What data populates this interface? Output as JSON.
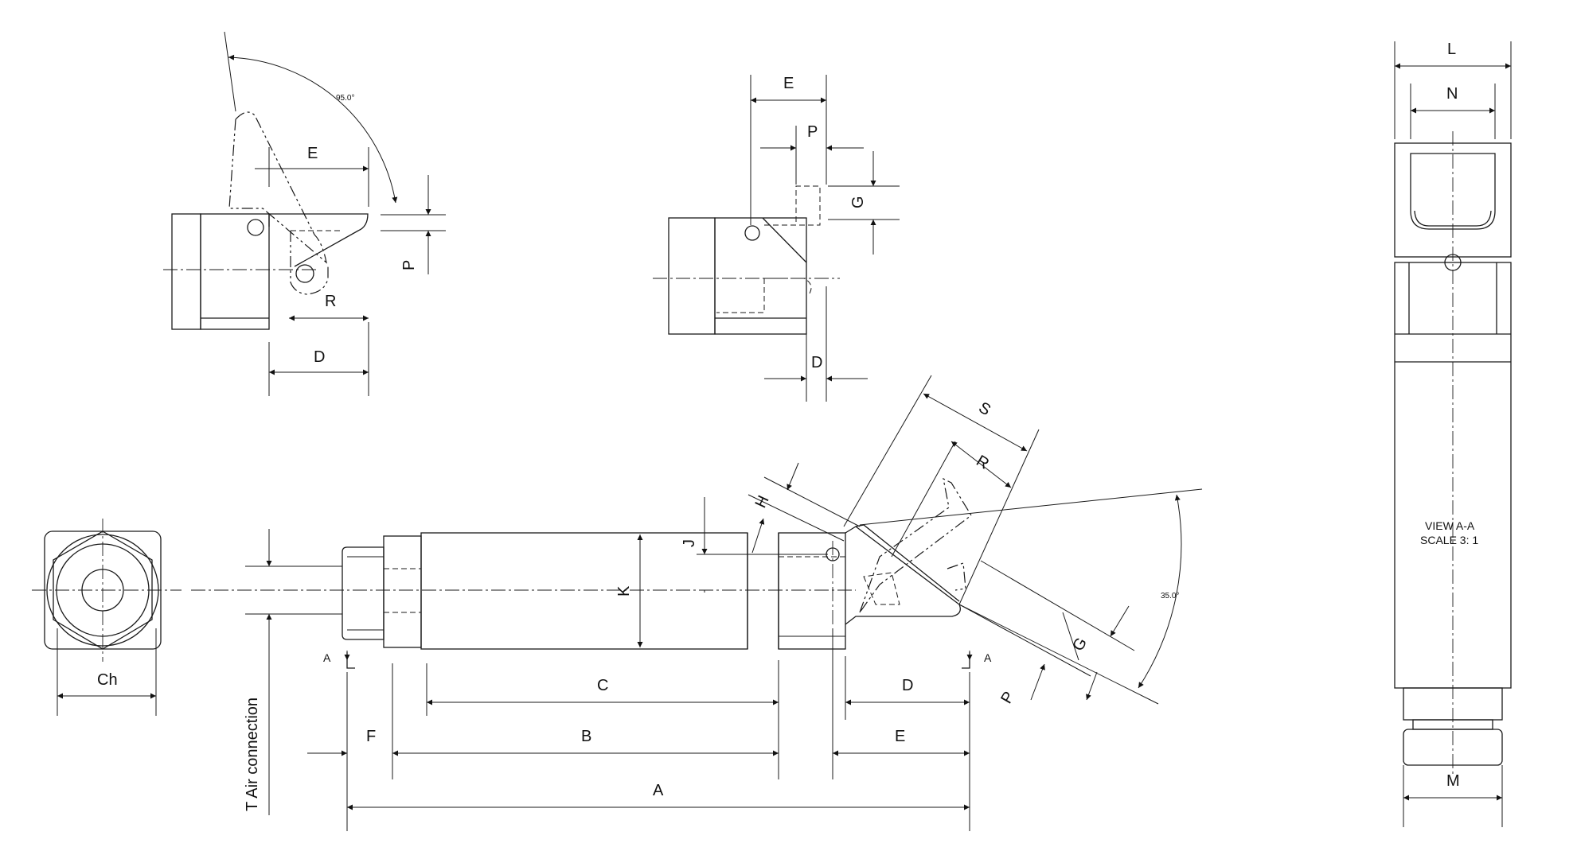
{
  "labels": {
    "A": "A",
    "B": "B",
    "C": "C",
    "D": "D",
    "E": "E",
    "F": "F",
    "G": "G",
    "H": "H",
    "J": "J",
    "K": "K",
    "L": "L",
    "M": "M",
    "N": "N",
    "P": "P",
    "R": "R",
    "S": "S",
    "Ch": "Ch"
  },
  "angles": {
    "open": "95.0°",
    "tilt": "35.0°"
  },
  "air_connection": "T Air connection",
  "section_marker": "A",
  "view": {
    "title": "VIEW A-A",
    "scale": "SCALE 3: 1"
  }
}
